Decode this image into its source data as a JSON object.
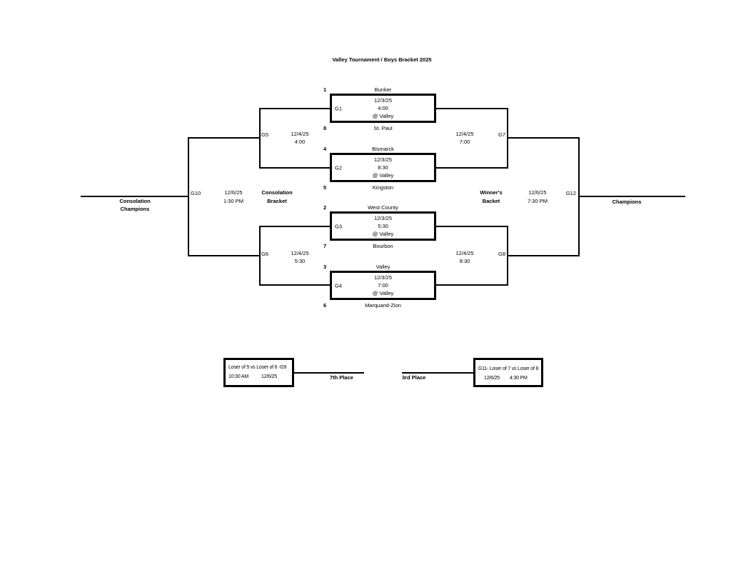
{
  "title": "Valley Tournament / Boys Bracket 2025",
  "colors": {
    "line": "#000000",
    "background": "#ffffff",
    "text": "#000000"
  },
  "round1": [
    {
      "id": "G1",
      "date": "12/3/25",
      "time": "4:00",
      "site": "@ Valley",
      "top_seed": "1",
      "top_team": "Bunker",
      "bottom_seed": "8",
      "bottom_team": "St. Paul"
    },
    {
      "id": "G2",
      "date": "12/3/25",
      "time": "8:30",
      "site": "@ Valley",
      "top_seed": "4",
      "top_team": "Bismarck",
      "bottom_seed": "5",
      "bottom_team": "Kingston"
    },
    {
      "id": "G3",
      "date": "12/3/25",
      "time": "5:30",
      "site": "@ Valley",
      "top_seed": "2",
      "top_team": "West County",
      "bottom_seed": "7",
      "bottom_team": "Bourbon"
    },
    {
      "id": "G4",
      "date": "12/3/25",
      "time": "7:00",
      "site": "@ Valley",
      "top_seed": "3",
      "top_team": "Valley",
      "bottom_seed": "6",
      "bottom_team": "Marquand-Zion"
    }
  ],
  "semis": [
    {
      "id": "G5",
      "date": "12/4/25",
      "time": "4:00"
    },
    {
      "id": "G6",
      "date": "12/4/25",
      "time": "5:30"
    },
    {
      "id": "G7",
      "date": "12/4/25",
      "time": "7:00"
    },
    {
      "id": "G8",
      "date": "12/4/25",
      "time": "8:30"
    }
  ],
  "consolation": {
    "id": "G10",
    "date": "12/6/25",
    "time": "1:30 PM",
    "label1": "Consolation",
    "label2": "Bracket",
    "champ1": "Consolation",
    "champ2": "Champions"
  },
  "championship": {
    "id": "G12",
    "date": "12/6/25",
    "time": "7:30 PM",
    "label1": "Winner's",
    "label2": "Backet",
    "champ": "Champions"
  },
  "seventh_place": {
    "matchup": "Loser of 5 vs Loser of 6 -G9",
    "time": "10:30 AM",
    "date": "12/6/25",
    "label": "7th Place"
  },
  "third_place": {
    "matchup": "G11- Loser of 7 vs Loser of 8",
    "date": "12/6/25",
    "time": "4:30 PM",
    "label": "3rd Place"
  }
}
